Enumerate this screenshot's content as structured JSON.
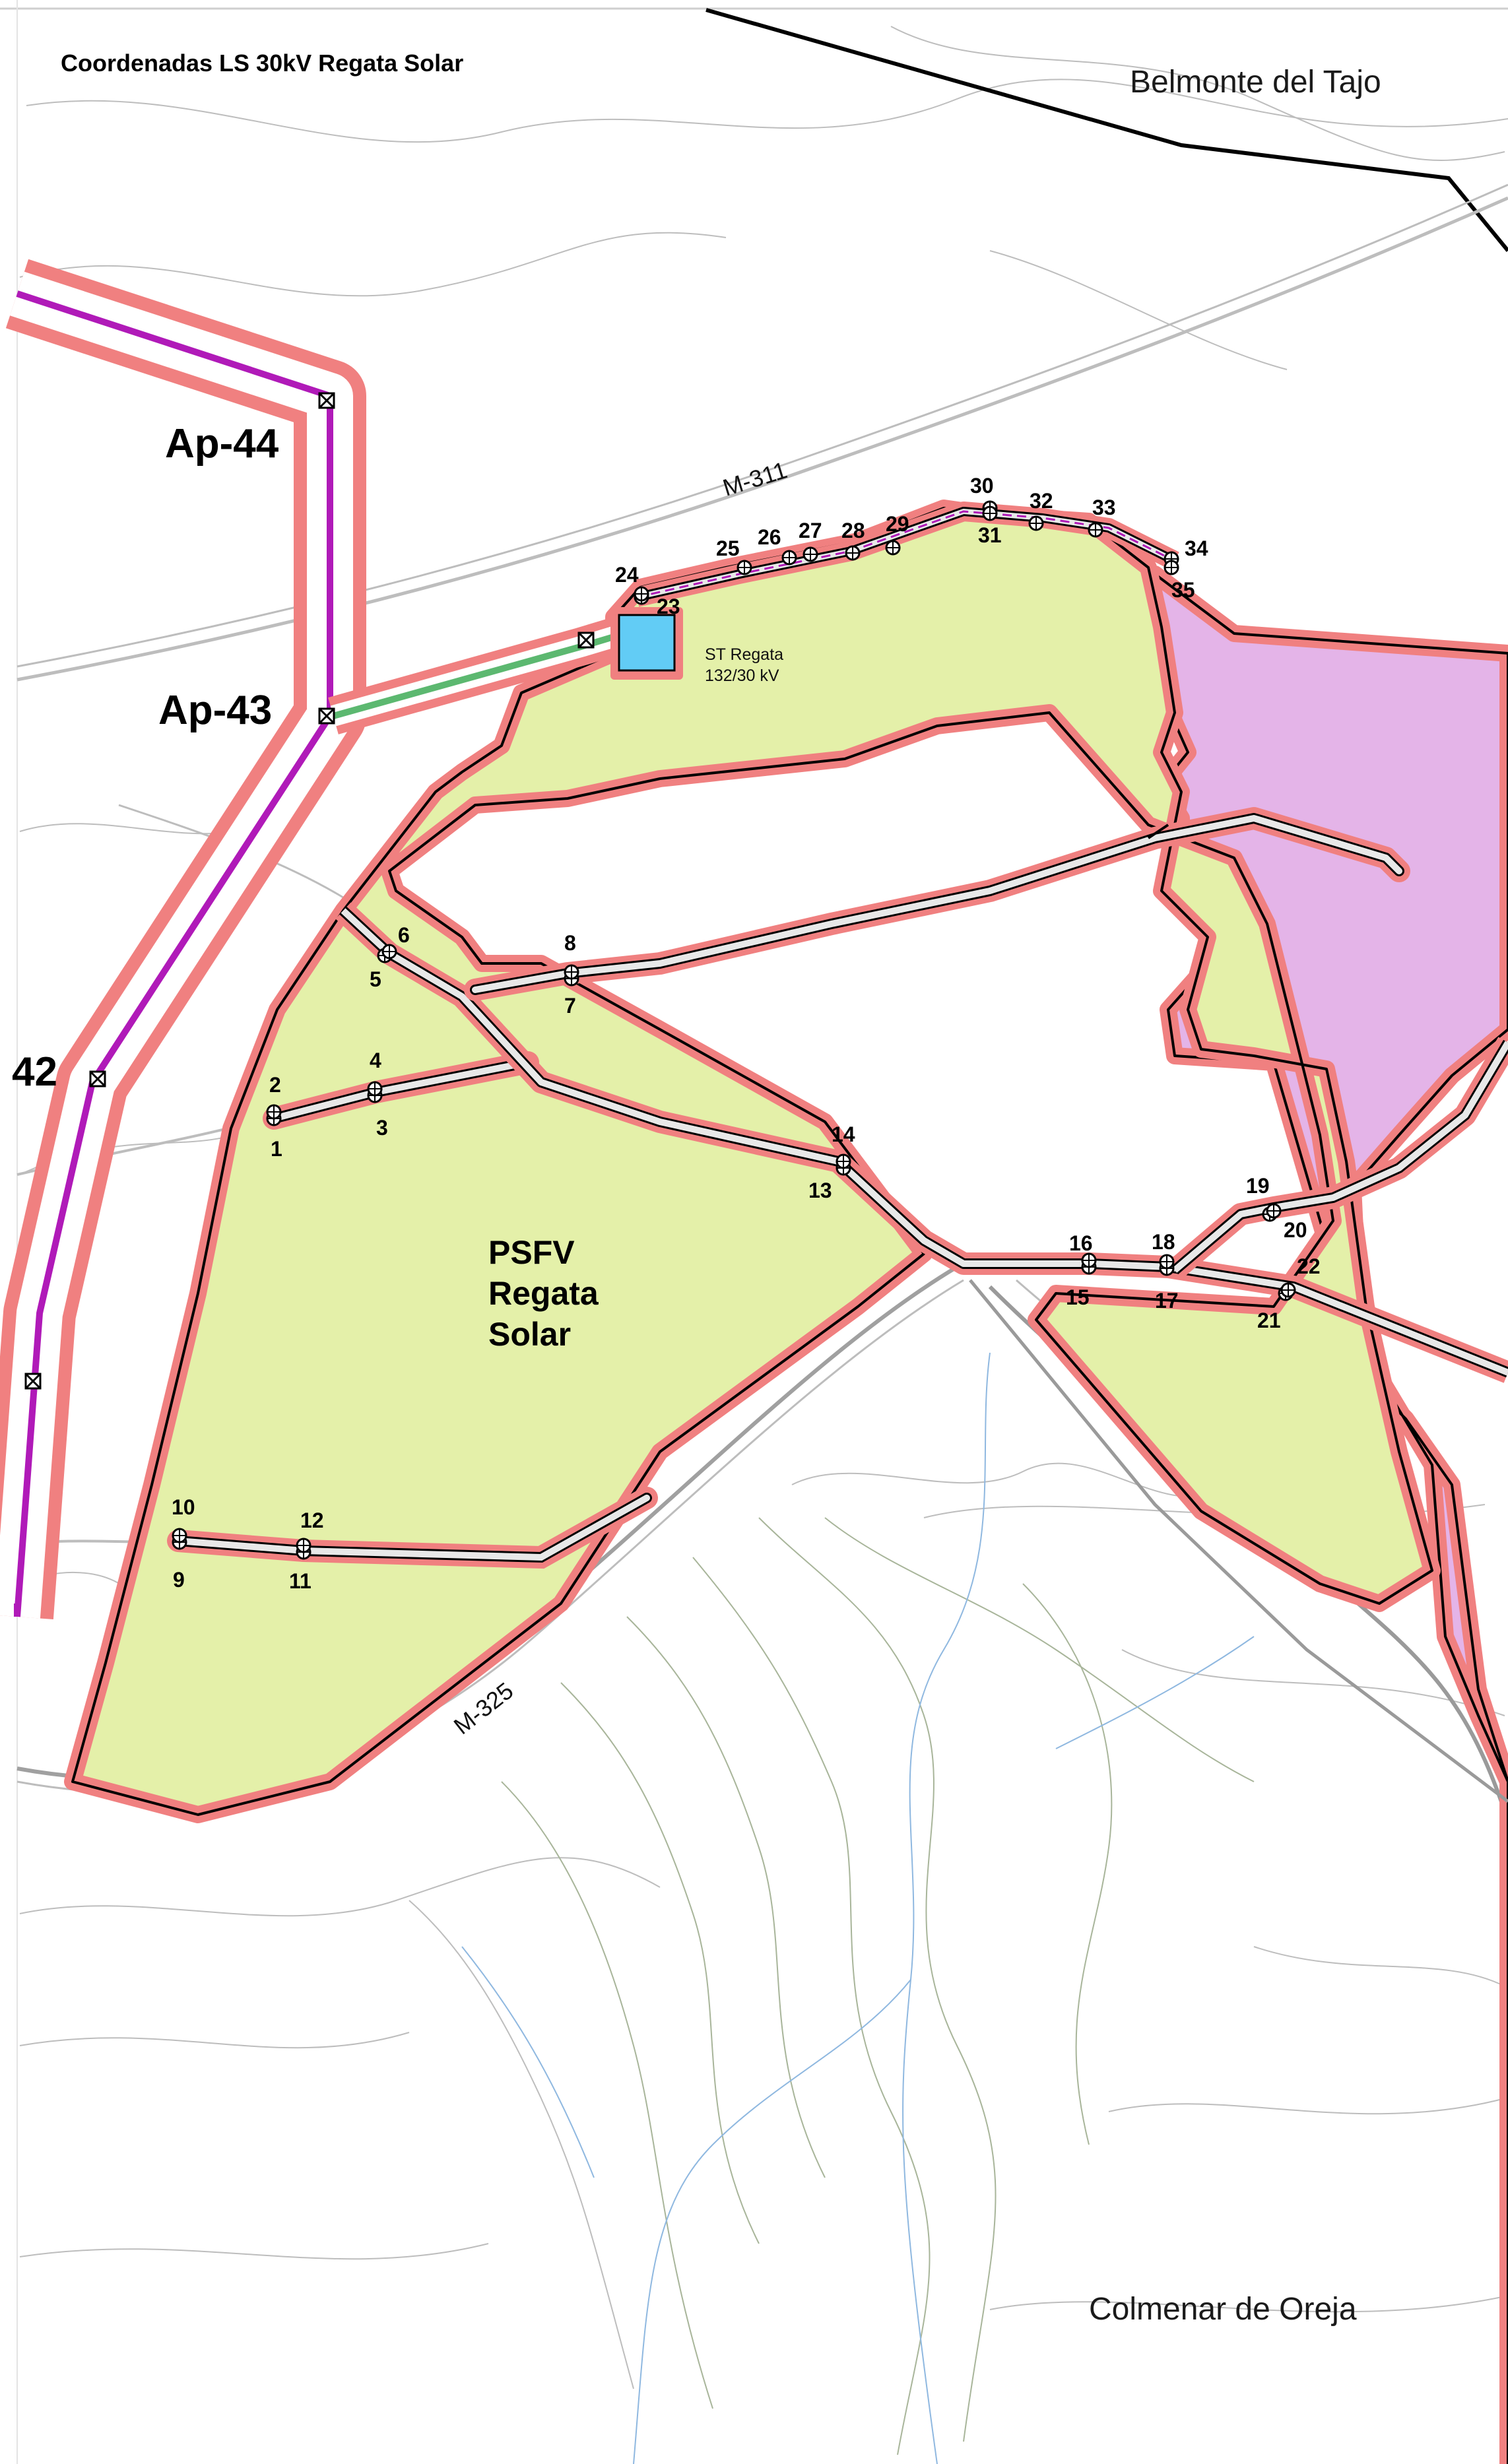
{
  "map": {
    "title": "Coordenadas LS 30kV Regata Solar",
    "towns": {
      "north": "Belmonte del Tajo",
      "south": "Colmenar de Oreja"
    },
    "roads": {
      "north": "M-311",
      "south": "M-325"
    },
    "towers": {
      "ap44": "Ap-44",
      "ap43": "Ap-43",
      "ap42": "42"
    },
    "plant": {
      "line1": "PSFV",
      "line2": "Regata",
      "line3": "Solar"
    },
    "substation": {
      "line1": "ST Regata",
      "line2": "132/30 kV"
    },
    "points": [
      "1",
      "2",
      "3",
      "4",
      "5",
      "6",
      "7",
      "8",
      "9",
      "10",
      "11",
      "12",
      "13",
      "14",
      "15",
      "16",
      "17",
      "18",
      "19",
      "20",
      "21",
      "22",
      "23",
      "24",
      "25",
      "26",
      "27",
      "28",
      "29",
      "30",
      "31",
      "32",
      "33",
      "34",
      "35"
    ],
    "colors": {
      "plant_fill": "#e4f0a9",
      "plant_border": "#f08080",
      "neighbor_fill": "#e4b4e8",
      "hv_line": "#b01ab8",
      "mv_line": "#5cb870",
      "substation": "#62ccf5",
      "boundary": "#000000"
    }
  }
}
